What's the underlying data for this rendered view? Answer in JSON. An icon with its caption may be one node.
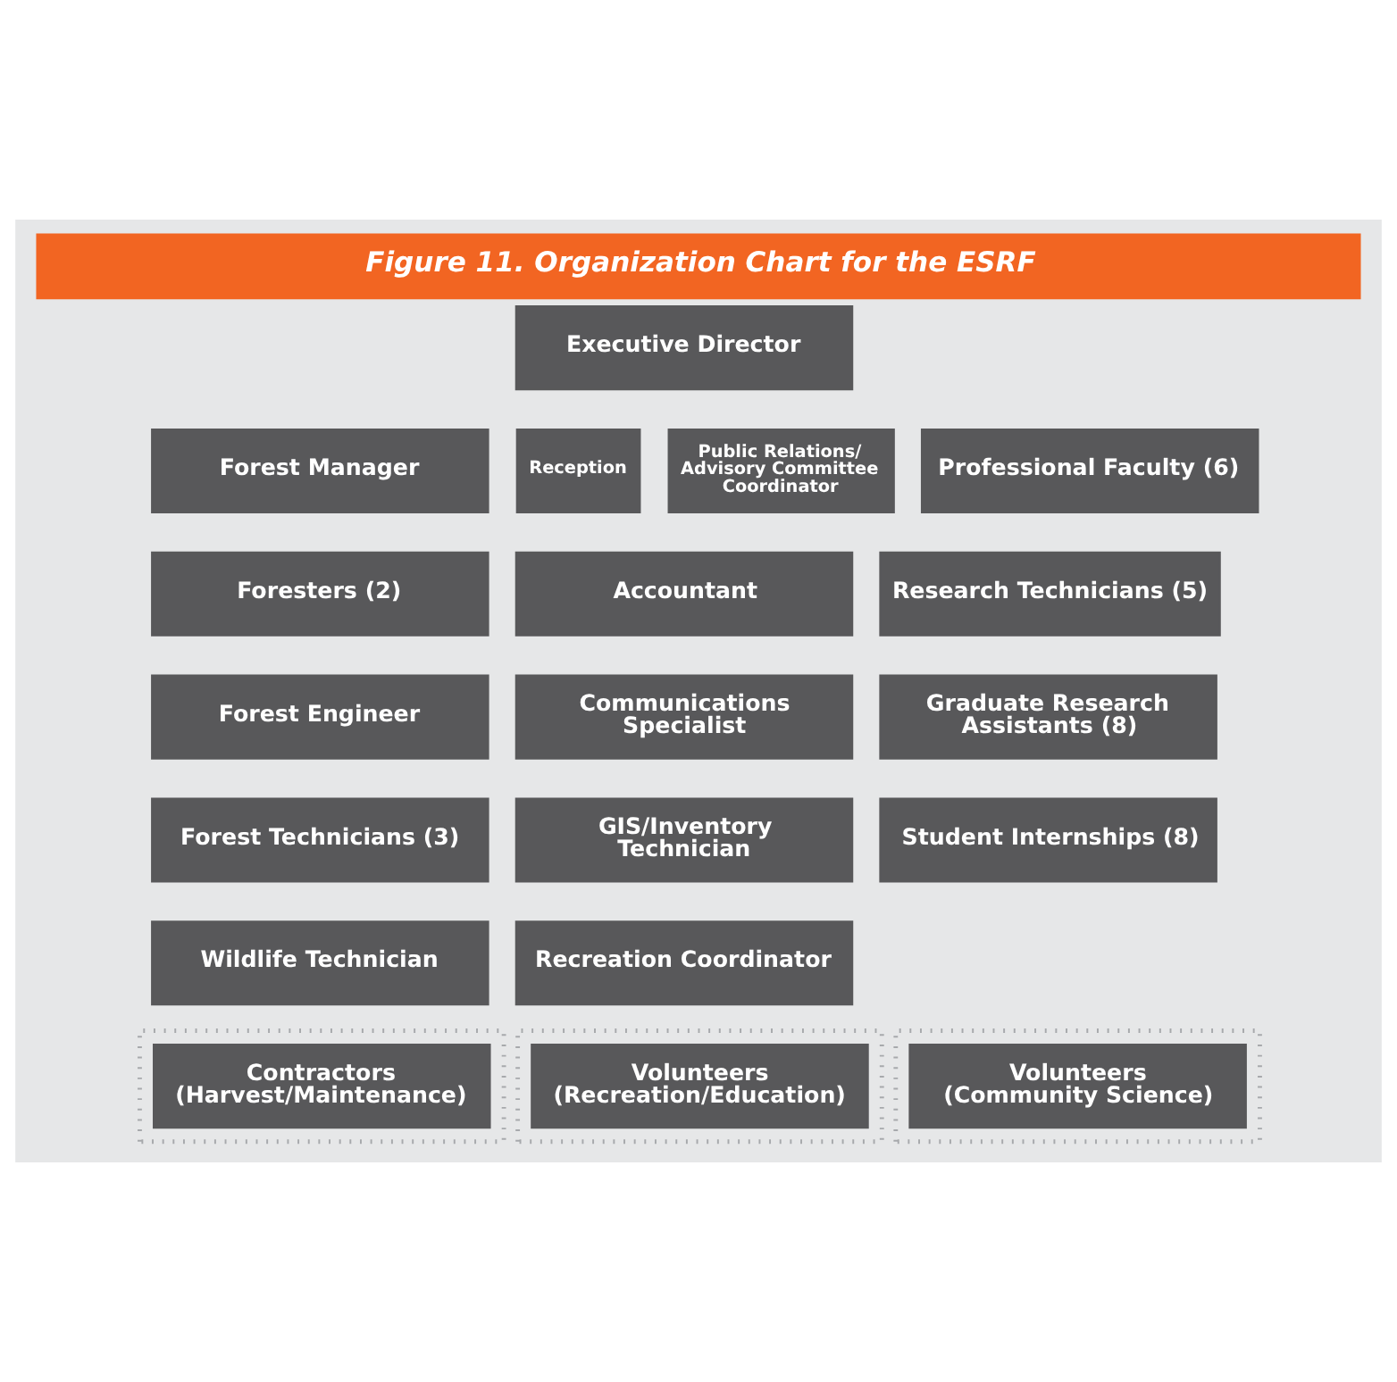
{
  "diagram": {
    "title": "Figure 11. Organization Chart for the ESRF",
    "nodes": [
      {
        "text": [
          "Executive Director"
        ]
      },
      {
        "text": [
          "Forest Manager"
        ]
      },
      {
        "text": [
          "Reception"
        ]
      },
      {
        "text": [
          "Public Relations/ Advisory Committee Coordinator"
        ]
      },
      {
        "text": [
          "Professional Faculty (6)"
        ]
      },
      {
        "text": [
          "Foresters (2)"
        ]
      },
      {
        "text": [
          "Accountant"
        ]
      },
      {
        "text": [
          "Research Technicians (5)"
        ]
      },
      {
        "text": [
          "Forest Engineer"
        ]
      },
      {
        "text": [
          "Communications Specialist"
        ]
      },
      {
        "text": [
          "Graduate Research Assistants (8)"
        ]
      },
      {
        "text": [
          "Forest Technicians (3)"
        ]
      },
      {
        "text": [
          "GIS/Inventory Technician"
        ]
      },
      {
        "text": [
          "Student Internships (8)"
        ]
      },
      {
        "text": [
          "Wildlife Technician"
        ]
      },
      {
        "text": [
          "Recreation Coordinator"
        ]
      },
      {
        "text": [],
        "shape": "box"
      },
      {
        "text": [
          "Contractors (Harvest/Maintenance)"
        ],
        "in": 16
      },
      {
        "text": [],
        "shape": "box"
      },
      {
        "text": [
          "Volunteers (Recreation/Education)"
        ],
        "in": 18
      },
      {
        "text": [],
        "shape": "box"
      },
      {
        "text": [
          "Volunteers (Community Science)"
        ],
        "in": 20
      }
    ]
  }
}
